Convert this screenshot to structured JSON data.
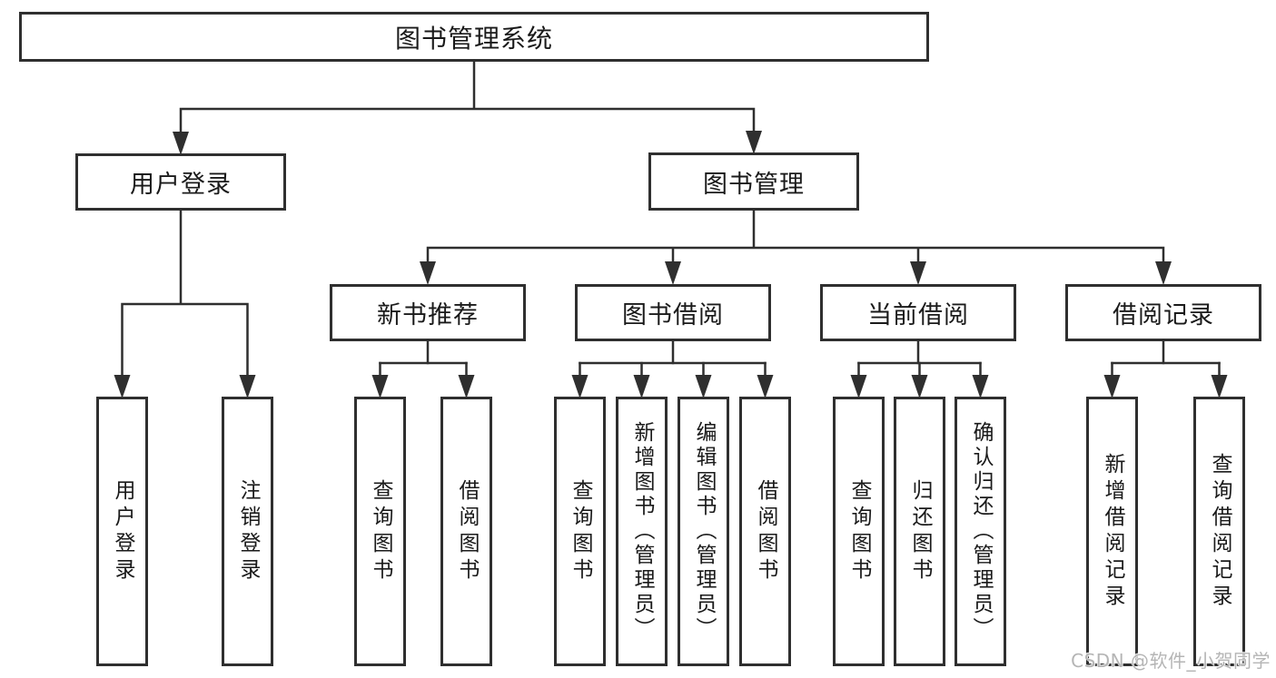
{
  "tree": {
    "root": {
      "label": "图书管理系统"
    },
    "branches": [
      {
        "label": "用户登录",
        "children": [
          {
            "label": "用户登录"
          },
          {
            "label": "注销登录"
          }
        ]
      },
      {
        "label": "图书管理",
        "children": [
          {
            "label": "新书推荐",
            "children": [
              {
                "label": "查询图书"
              },
              {
                "label": "借阅图书"
              }
            ]
          },
          {
            "label": "图书借阅",
            "children": [
              {
                "label": "查询图书"
              },
              {
                "label": "新增图书（管理员）"
              },
              {
                "label": "编辑图书（管理员）"
              },
              {
                "label": "借阅图书"
              }
            ]
          },
          {
            "label": "当前借阅",
            "children": [
              {
                "label": "查询图书"
              },
              {
                "label": "归还图书"
              },
              {
                "label": "确认归还（管理员）"
              }
            ]
          },
          {
            "label": "借阅记录",
            "children": [
              {
                "label": "新增借阅记录"
              },
              {
                "label": "查询借阅记录"
              }
            ]
          }
        ]
      }
    ]
  },
  "watermark": {
    "text": "CSDN @软件_小贺同学"
  },
  "colors": {
    "line": "#2f2f2f",
    "box_border": "#2f2f2f",
    "box_background": "#ffffff",
    "text": "#1a1a1a",
    "watermark": "#b5b5b5",
    "background": "#ffffff"
  }
}
